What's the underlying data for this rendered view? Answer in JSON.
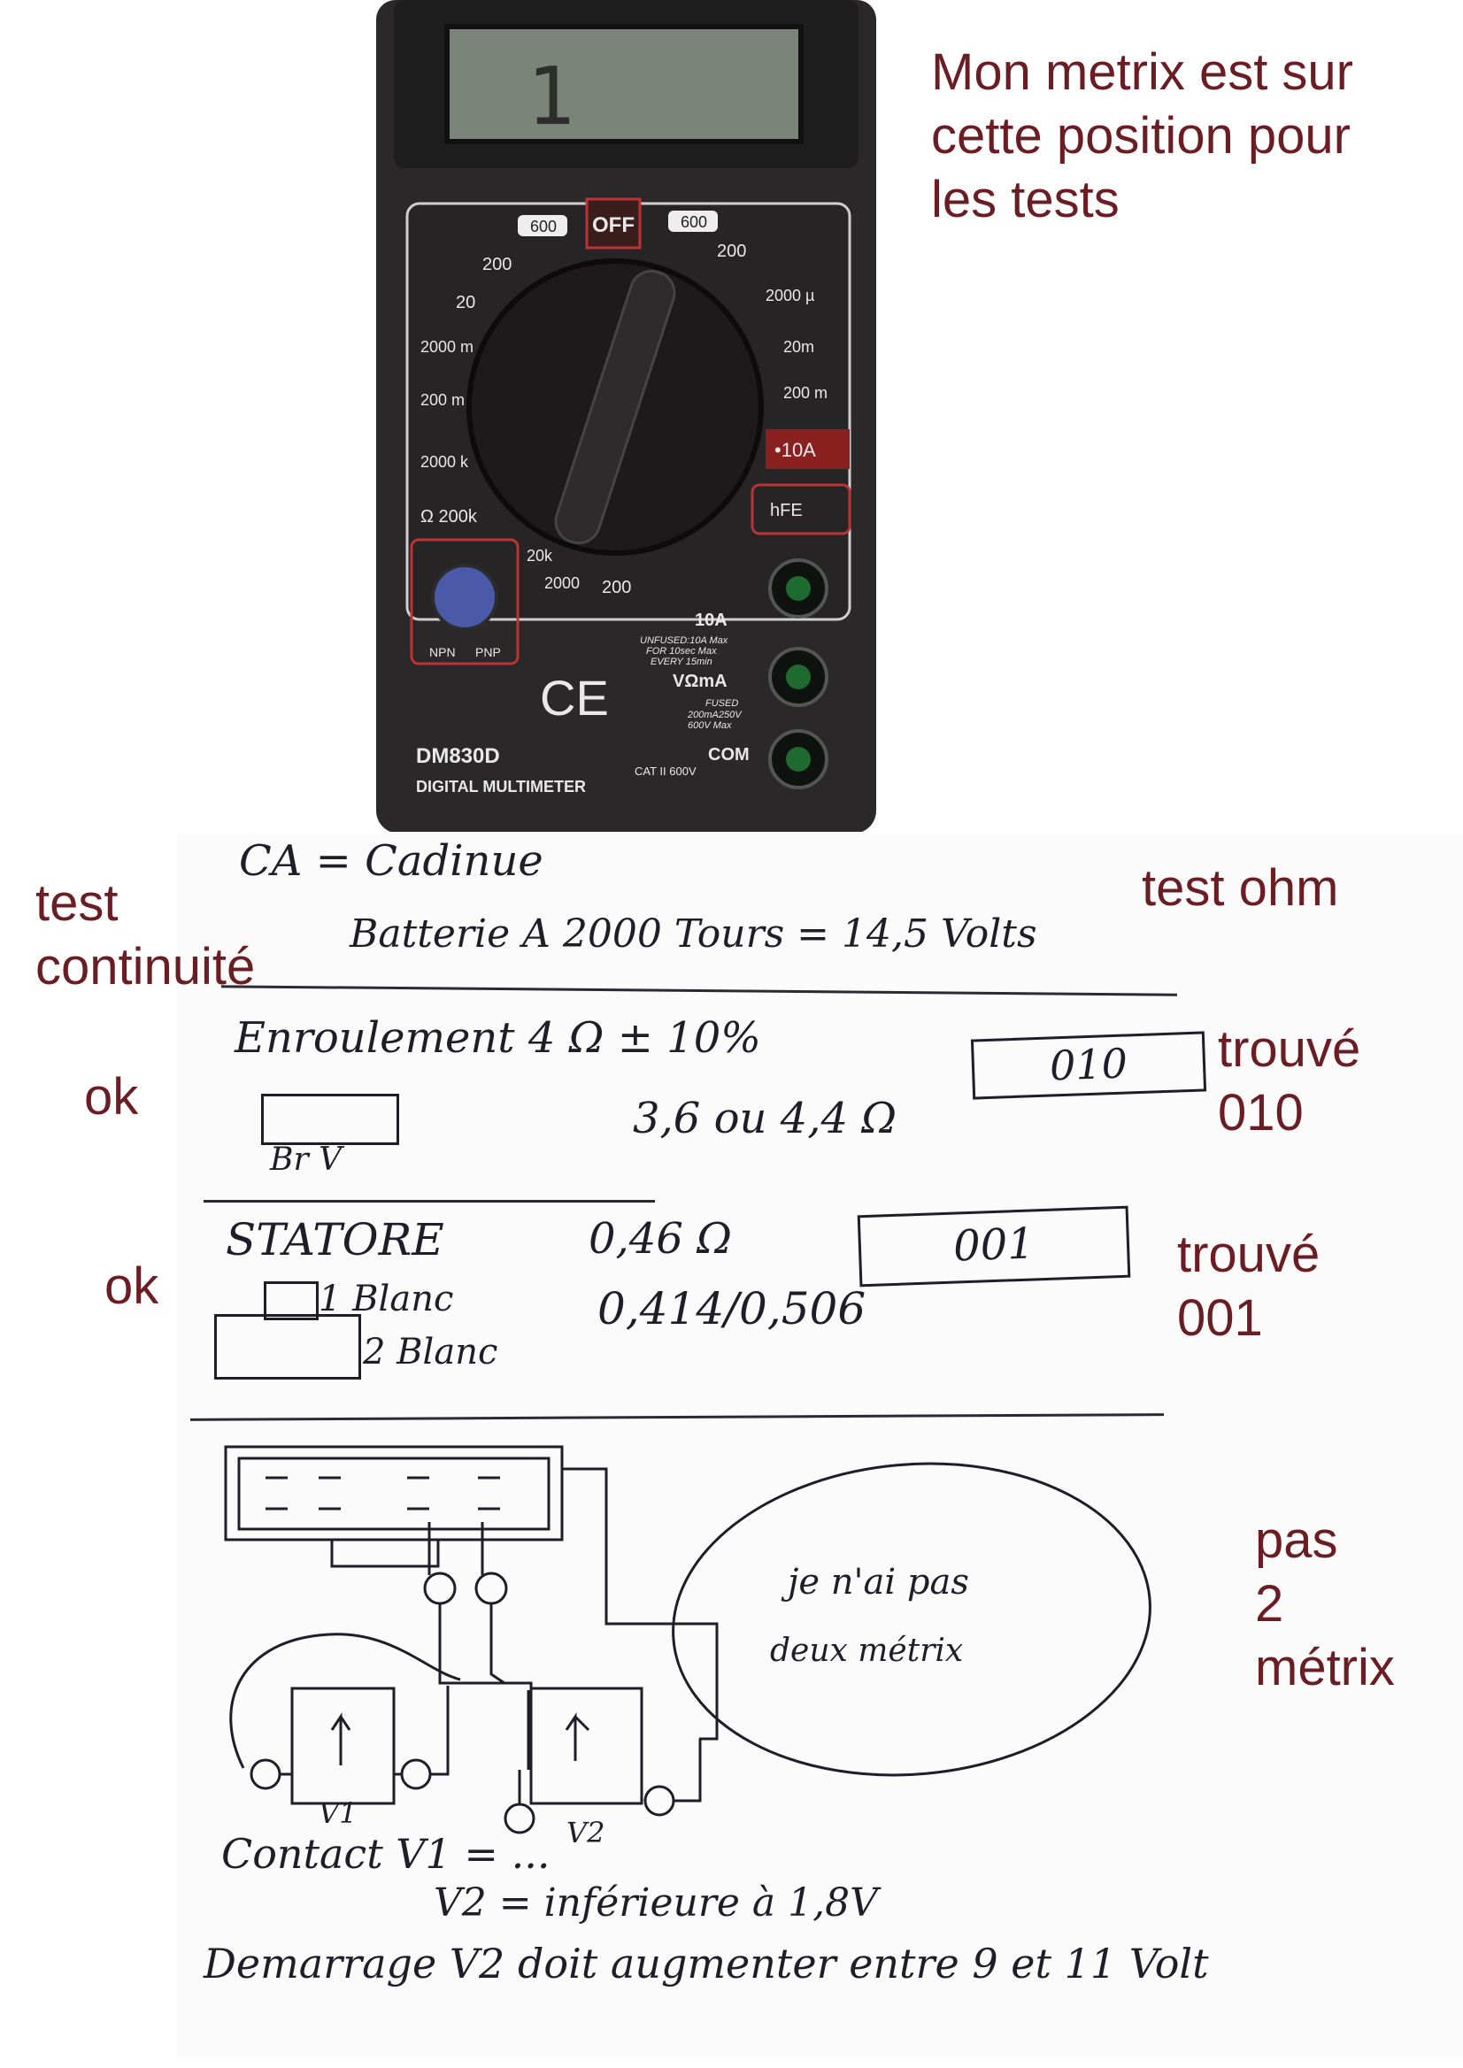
{
  "annotations": {
    "meter_note": [
      "Mon metrix est sur",
      "cette position pour",
      "les tests"
    ],
    "test_continuite": [
      "test",
      "continuité"
    ],
    "test_ohm": "test ohm",
    "ok_1": "ok",
    "ok_2": "ok",
    "trouve_010": [
      "trouvé",
      "010"
    ],
    "trouve_001": [
      "trouvé",
      "001"
    ],
    "pas_2_metrix": [
      "pas",
      "2",
      "métrix"
    ]
  },
  "multimeter": {
    "model": "DM830D",
    "subtitle": "DIGITAL MULTIMETER",
    "off_label": "OFF",
    "badge_left": "600",
    "badge_right": "600",
    "range_labels": [
      "200",
      "20",
      "2000 m",
      "200 m",
      "2000 k",
      "Ω 200k",
      "20k",
      "2000",
      "200",
      "200",
      "2000 µ",
      "20m",
      "200 m",
      "•10A",
      "hFE"
    ],
    "jack_labels": [
      "10A",
      "VΩmA",
      "COM"
    ],
    "fine_print": [
      "UNFUSED:10A Max",
      "FOR 10sec Max",
      "EVERY 15min",
      "FUSED",
      "200mA250V",
      "600V Max",
      "CAT II 600V"
    ],
    "transistor_labels": [
      "NPN",
      "PNP"
    ],
    "ce_mark": "CE",
    "display_reading": "1"
  },
  "notes": {
    "line1": "CA = Cadinue",
    "line2": "Batterie A 2000 Tours = 14,5 Volts",
    "enroulement": "Enroulement 4 Ω ± 10%",
    "box_010": "010",
    "range_1": "3,6 ou 4,4 Ω",
    "connector_labels": "Br   V",
    "stator": "STATORE",
    "stator_value": "0,46 Ω",
    "box_001": "001",
    "stator_range": "0,414/0,506",
    "blanc_1": "1 Blanc",
    "blanc_2": "2 Blanc",
    "ellipse_note": [
      "je n'ai pas",
      "deux métrix"
    ],
    "v1_label": "V1",
    "v2_label": "V2",
    "circuit_label": "Contact  V1 = ...",
    "v2_line": "V2 = inférieure à 1,8V",
    "demarrage": "Demarrage V2 doit augmenter entre 9 et 11 Volt"
  }
}
